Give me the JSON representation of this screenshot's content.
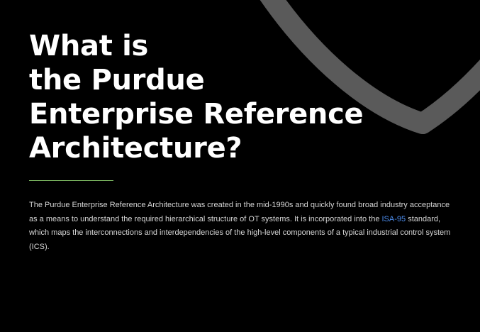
{
  "title": {
    "line1": "What is",
    "line2": "the Purdue",
    "line3": "Enterprise Reference",
    "line4": "Architecture?"
  },
  "body": {
    "text_before_link": "The Purdue Enterprise Reference Architecture was created in the mid-1990s and quickly found broad industry acceptance as a means to understand the required hierarchical structure of OT systems. It is incorporated into the ",
    "link_text": "ISA-95",
    "text_after_link": " standard, which maps the interconnections and interdependencies of the high-level components of a typical industrial control system (ICS)."
  },
  "colors": {
    "background": "#000000",
    "title": "#ffffff",
    "divider_accent": "#7bb661",
    "link": "#4d8ef0",
    "decor_shape": "#5a5a5a"
  },
  "icons": {
    "background_decoration": "shield-outline-graphic"
  }
}
